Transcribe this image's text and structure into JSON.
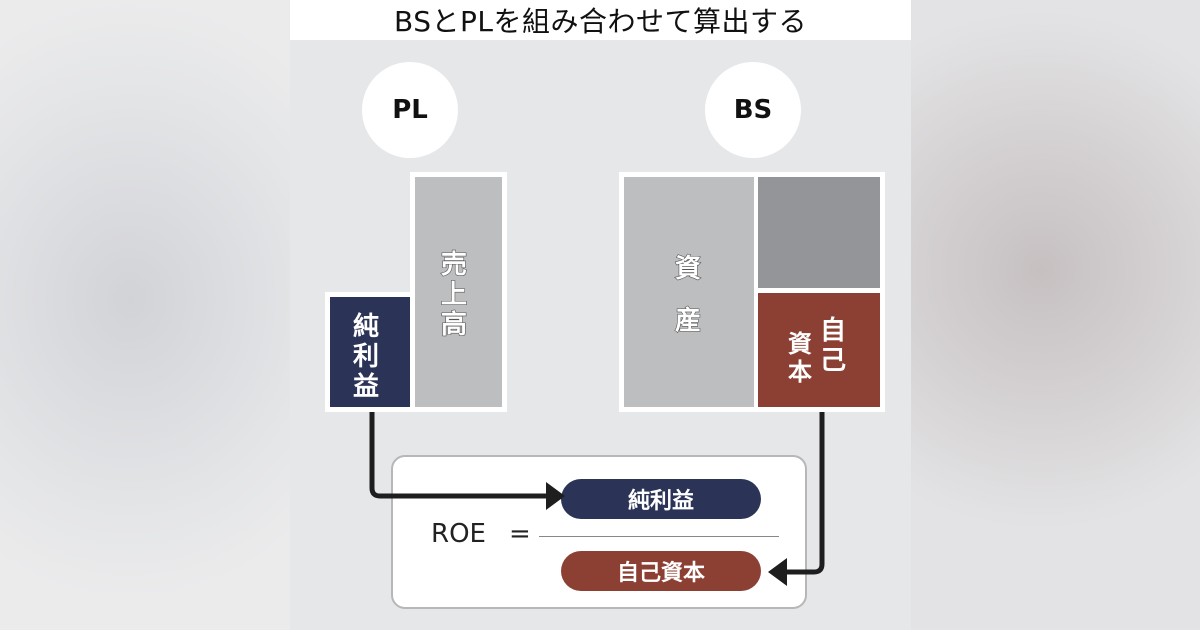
{
  "title": "BSとPLを組み合わせて算出する",
  "colors": {
    "net_income": "#2b3457",
    "equity": "#8c3f33",
    "sales": "#bdbec0",
    "assets": "#bdbec0",
    "liabilities": "#949598",
    "panel_bg": "#e6e7e9"
  },
  "pl": {
    "label": "PL",
    "net_income": [
      "純",
      "利",
      "益"
    ],
    "sales": [
      "売",
      "上",
      "高"
    ]
  },
  "bs": {
    "label": "BS",
    "assets": [
      "資",
      "産"
    ],
    "equity_col1": [
      "資",
      "本"
    ],
    "equity_col2": [
      "自",
      "己"
    ]
  },
  "formula": {
    "lhs": "ROE",
    "equals": "=",
    "numerator": "純利益",
    "denominator": "自己資本"
  }
}
